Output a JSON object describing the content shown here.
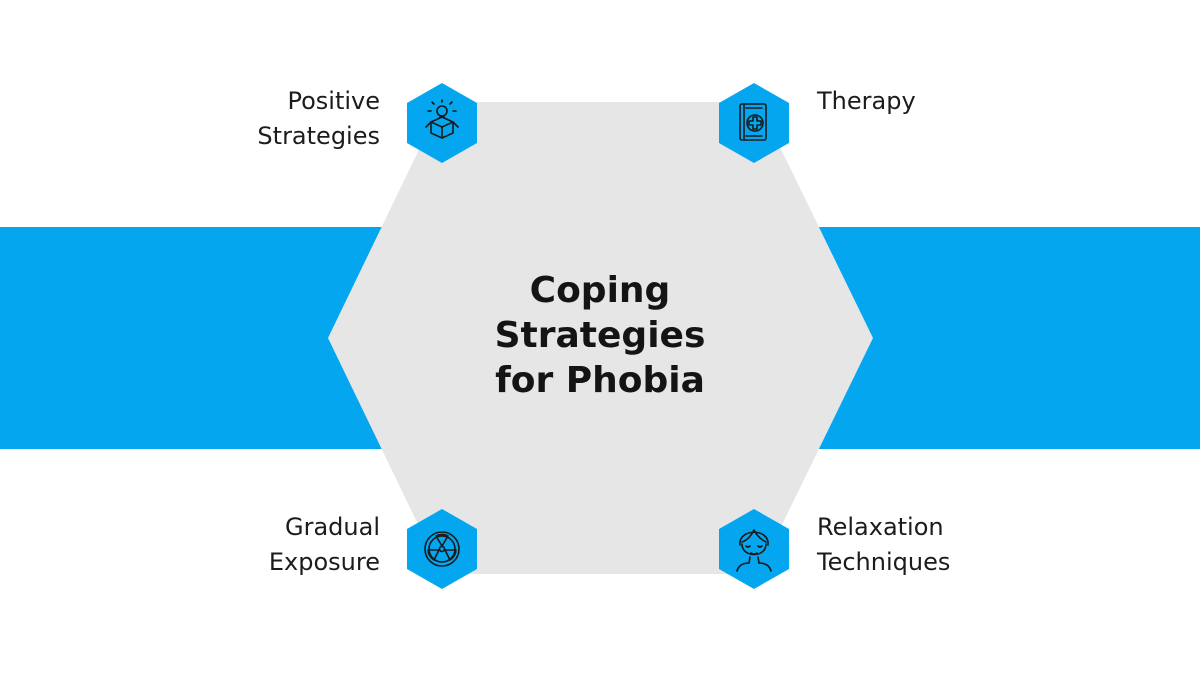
{
  "colors": {
    "accent_blue": "#03a6ef",
    "hexagon_fill": "#e6e6e6",
    "text": "#1c1c1c",
    "icon_stroke": "#1a1a1a"
  },
  "center": {
    "title_lines": [
      "Coping",
      "Strategies",
      "for Phobia"
    ]
  },
  "strategies": [
    {
      "position": "top-left",
      "icon": "lightbulb-box-icon",
      "lines": [
        "Positive",
        "Strategies"
      ]
    },
    {
      "position": "top-right",
      "icon": "medical-book-icon",
      "lines": [
        "Therapy"
      ]
    },
    {
      "position": "bottom-left",
      "icon": "radiation-icon",
      "lines": [
        "Gradual",
        "Exposure"
      ]
    },
    {
      "position": "bottom-right",
      "icon": "relaxed-face-icon",
      "lines": [
        "Relaxation",
        "Techniques"
      ]
    }
  ]
}
